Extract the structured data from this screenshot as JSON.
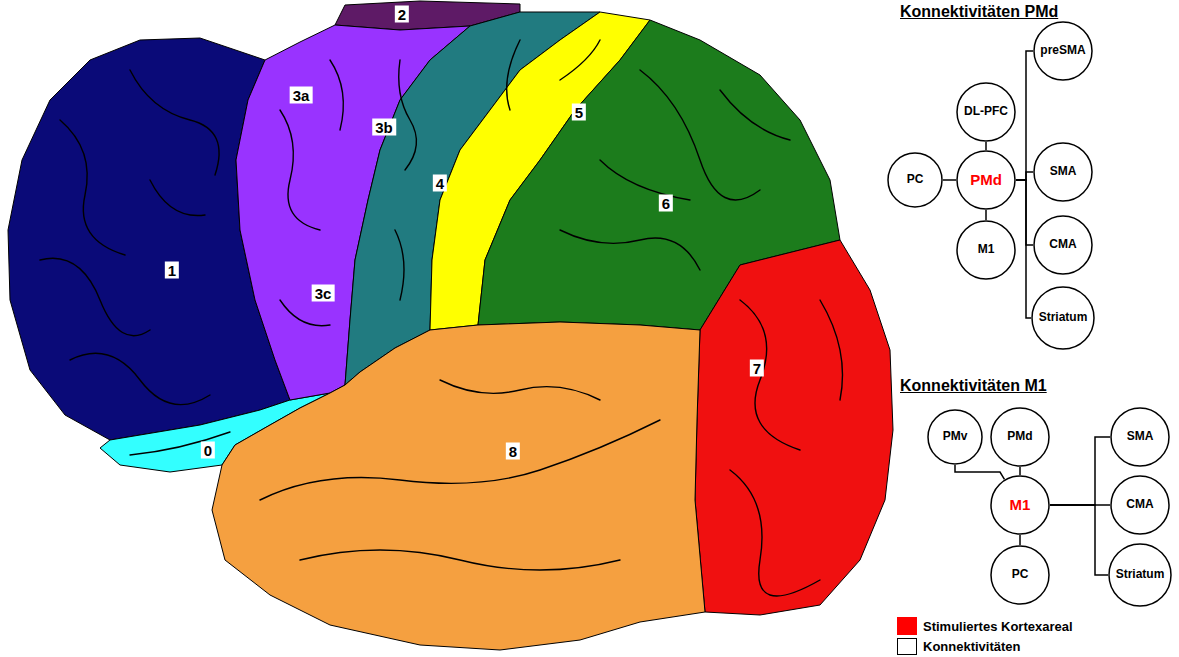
{
  "diagram": {
    "nodes": [
      {
        "text": [
          "preSMA"
        ]
      },
      {
        "text": [
          "DL-PFC"
        ]
      },
      {
        "text": [
          "SMA"
        ]
      },
      {
        "text": [
          "PC"
        ]
      },
      {
        "text": [
          "PMd"
        ]
      },
      {
        "text": [
          "CMA"
        ]
      },
      {
        "text": [
          "M1"
        ]
      },
      {
        "text": [
          "Striatum"
        ]
      },
      {
        "text": [
          "PMv"
        ]
      },
      {
        "text": [
          "PMd"
        ]
      },
      {
        "text": [
          "SMA"
        ]
      },
      {
        "text": [
          "M1"
        ]
      },
      {
        "text": [
          "CMA"
        ]
      },
      {
        "text": [
          "PC"
        ]
      },
      {
        "text": [
          "Striatum"
        ]
      }
    ],
    "edges": [
      {
        "from": 4,
        "to": 1,
        "arrow": "none"
      },
      {
        "from": 3,
        "to": 4,
        "arrow": "none"
      },
      {
        "from": 4,
        "to": 6,
        "arrow": "none"
      },
      {
        "from": 4,
        "to": 0,
        "arrow": "none"
      },
      {
        "from": 4,
        "to": 2,
        "arrow": "none"
      },
      {
        "from": 4,
        "to": 5,
        "arrow": "none"
      },
      {
        "from": 4,
        "to": 7,
        "arrow": "none"
      },
      {
        "from": 8,
        "to": 11,
        "arrow": "none"
      },
      {
        "from": 9,
        "to": 11,
        "arrow": "none"
      },
      {
        "from": 11,
        "to": 13,
        "arrow": "none"
      },
      {
        "from": 11,
        "to": 10,
        "arrow": "none"
      },
      {
        "from": 11,
        "to": 12,
        "arrow": "none"
      },
      {
        "from": 11,
        "to": 14,
        "arrow": "none"
      }
    ],
    "labels": [
      "2",
      "3a",
      "3b",
      "5",
      "4",
      "6",
      "1",
      "3c",
      "7",
      "0",
      "8",
      "Konnektivitäten PMd",
      "Konnektivitäten M1"
    ],
    "legend": [
      {
        "text": "Stimuliertes Kortexareal",
        "color": "#ff0000"
      },
      {
        "text": "Konnektivitäten"
      }
    ]
  }
}
